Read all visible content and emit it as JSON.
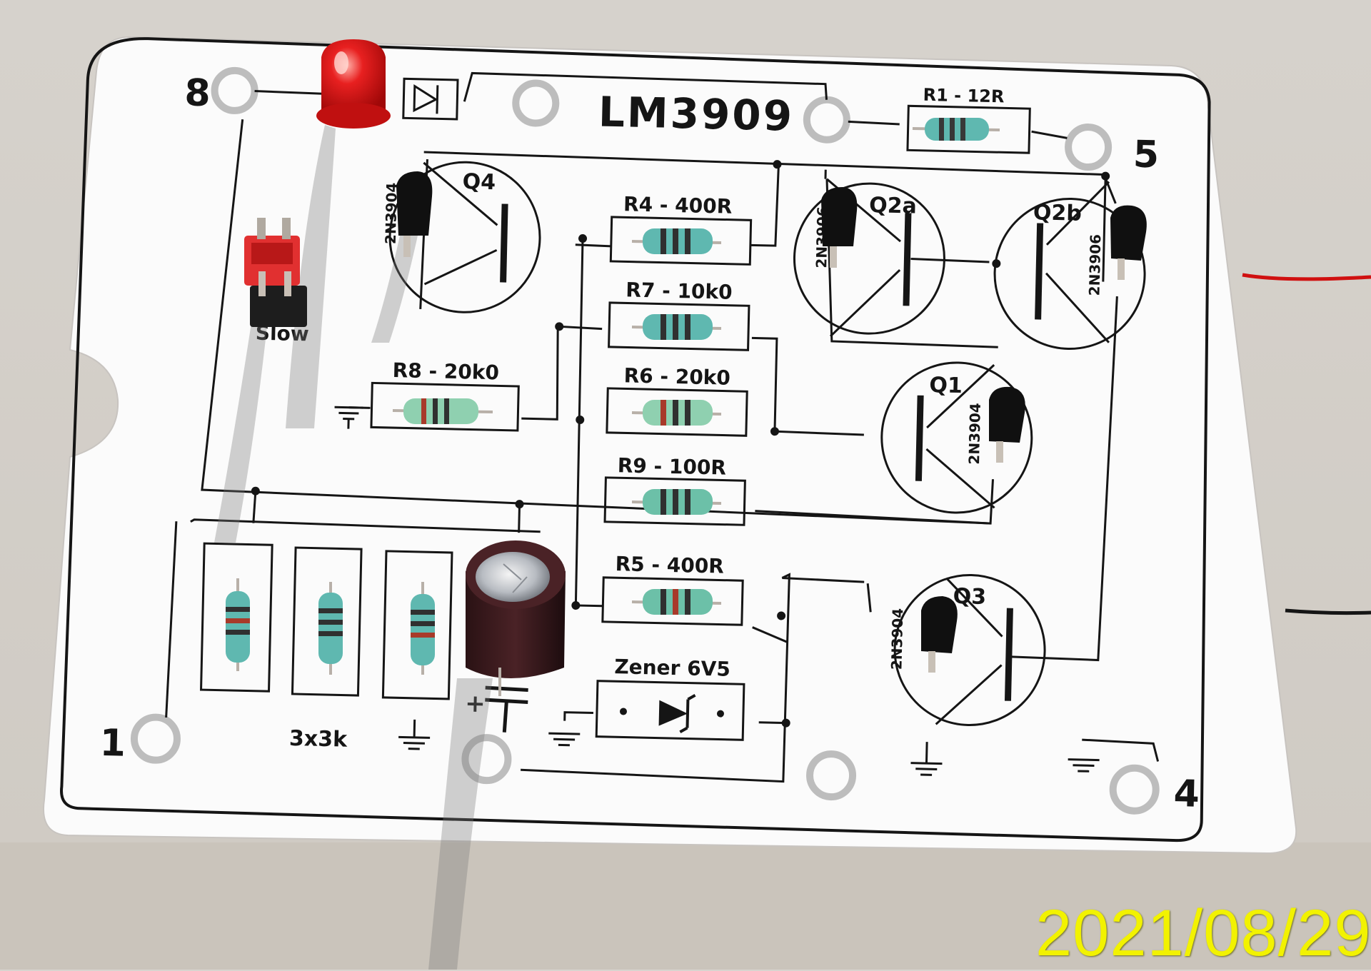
{
  "board": {
    "title": "LM3909",
    "pins": [
      "8",
      "5",
      "1",
      "4"
    ],
    "jumper_label": "Slow"
  },
  "resistors": [
    {
      "id": "r1",
      "label": "R1 - 12R"
    },
    {
      "id": "r4",
      "label": "R4 - 400R"
    },
    {
      "id": "r7",
      "label": "R7 - 10k0"
    },
    {
      "id": "r8",
      "label": "R8 - 20k0"
    },
    {
      "id": "r6",
      "label": "R6 - 20k0"
    },
    {
      "id": "r9",
      "label": "R9 - 100R"
    },
    {
      "id": "r5",
      "label": "R5 - 400R"
    }
  ],
  "resistor_bank_label": "3x3k",
  "zener_label": "Zener 6V5",
  "capacitor_polarity": "+",
  "transistors": [
    {
      "id": "q4",
      "name": "Q4",
      "part": "2N3904"
    },
    {
      "id": "q2a",
      "name": "Q2a",
      "part": "2N3906"
    },
    {
      "id": "q2b",
      "name": "Q2b",
      "part": "2N3906"
    },
    {
      "id": "q1",
      "name": "Q1",
      "part": "2N3904"
    },
    {
      "id": "q3",
      "name": "Q3",
      "part": "2N3904"
    }
  ],
  "date_stamp": "2021/08/29",
  "colors": {
    "board": "#fbfbfb",
    "ink": "#151515",
    "resistor_body": "#5fb8b0",
    "led": "#e01818",
    "date_stamp": "#f2f200",
    "background": "#d8d4cf"
  }
}
